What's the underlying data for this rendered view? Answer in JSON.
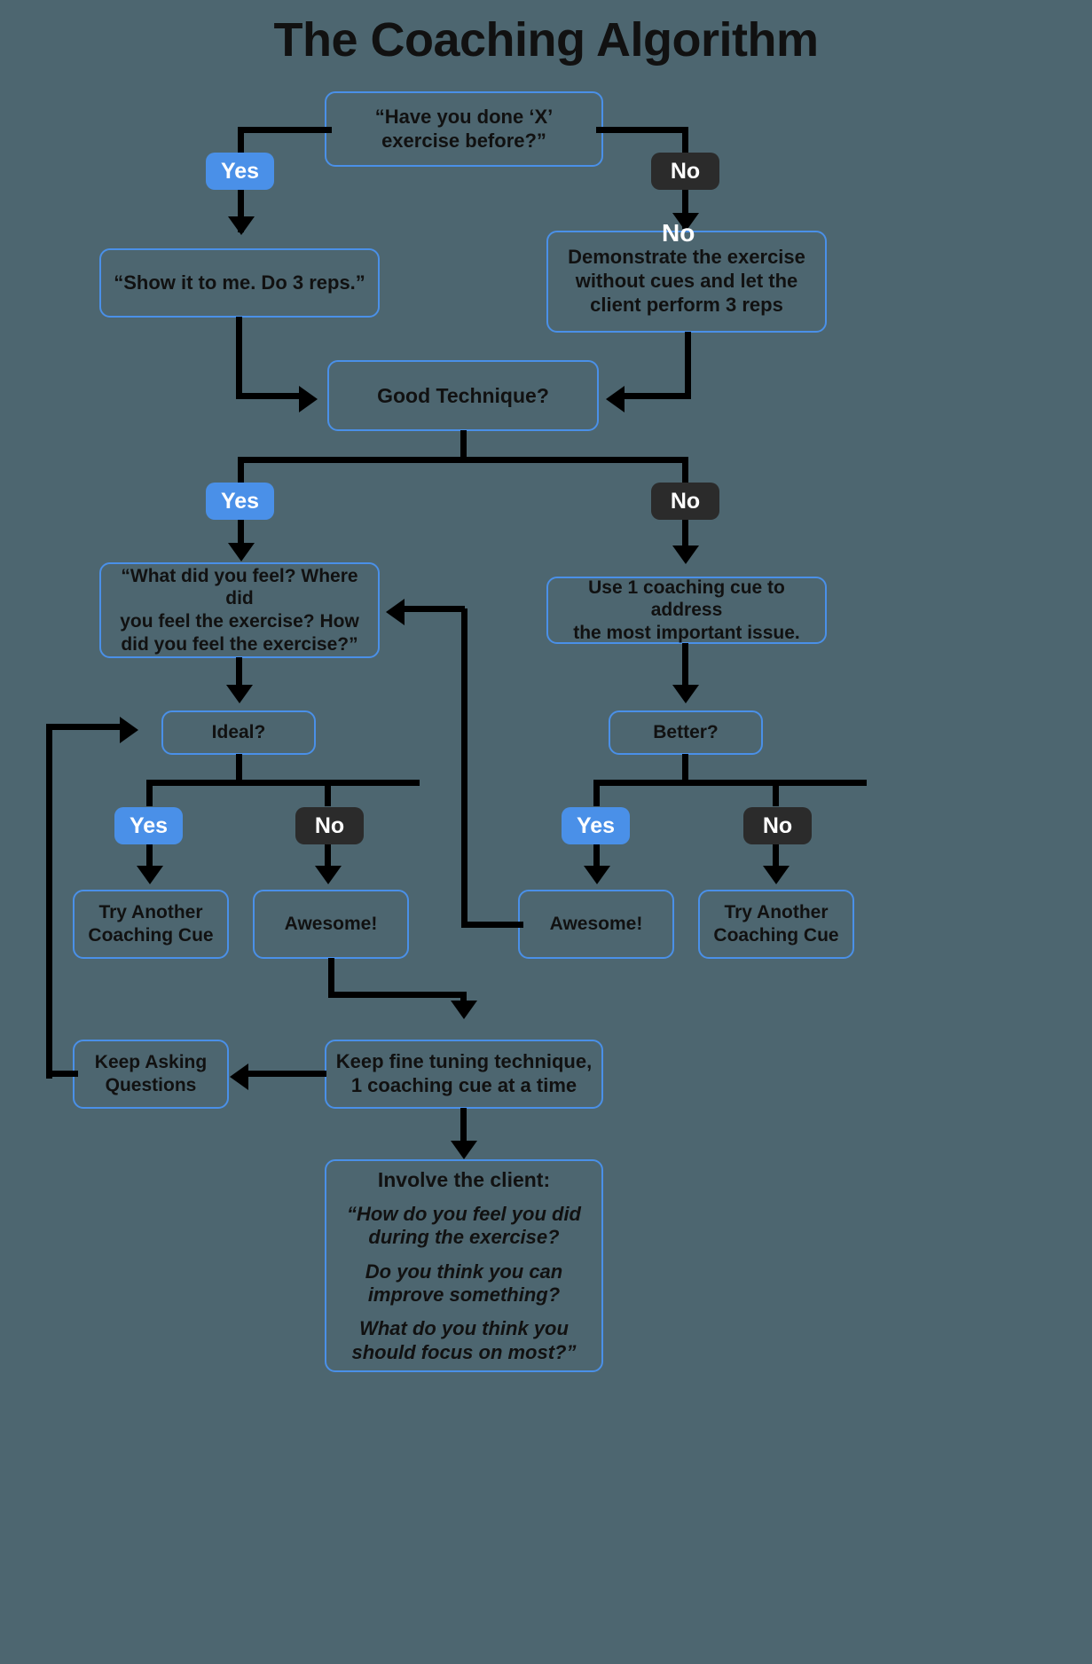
{
  "page": {
    "title": "The Coaching Algorithm",
    "background_color": "#4d6670",
    "node_border_color": "#4a90e8",
    "yes_badge_color": "#4a90e8",
    "no_badge_color": "#2b2b2b",
    "connector_color": "#000000",
    "text_color": "#111111"
  },
  "labels": {
    "yes": "Yes",
    "no": "No",
    "ghost_no": "No"
  },
  "nodes": {
    "q_done_before": "“Have you done ‘X’\nexercise before?”",
    "show_it_to_me": "“Show it to me. Do 3 reps.”",
    "demonstrate": "Demonstrate the exercise\nwithout cues and let the\nclient perform 3 reps",
    "good_technique": "Good Technique?",
    "what_did_you_feel": "“What did you feel? Where did\nyou feel the exercise? How\ndid you feel the exercise?”",
    "use_one_cue": "Use 1 coaching cue to address\nthe most important issue.",
    "ideal": "Ideal?",
    "better": "Better?",
    "try_another_cue_left": "Try Another\nCoaching Cue",
    "awesome_left": "Awesome!",
    "awesome_right": "Awesome!",
    "try_another_cue_right": "Try Another\nCoaching Cue",
    "keep_asking": "Keep Asking\nQuestions",
    "keep_fine_tuning": "Keep fine tuning technique,\n1 coaching cue at a time"
  },
  "involve_client": {
    "header": "Involve the client:",
    "q1": "“How do you feel you did\nduring the exercise?",
    "q2": "Do you think you can\nimprove something?",
    "q3": "What do you think you\nshould focus on most?”"
  }
}
